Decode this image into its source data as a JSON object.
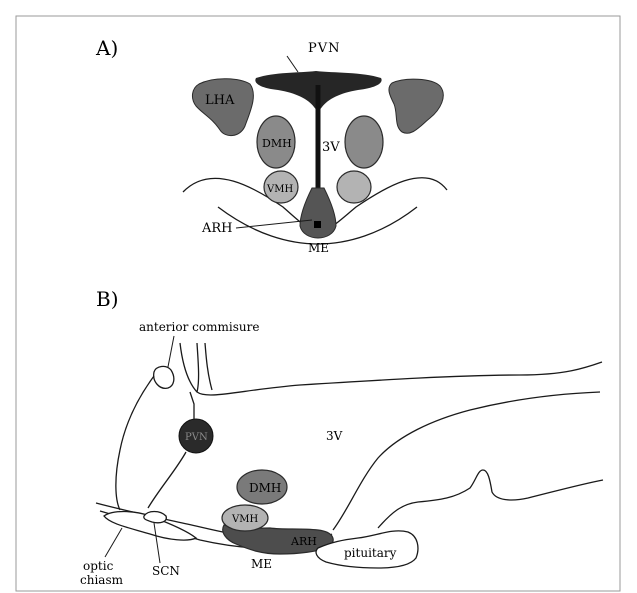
{
  "panel_a": {
    "label": "A)",
    "regions": {
      "pvn": "PVN",
      "lha": "LHA",
      "dmh": "DMH",
      "vmh": "VMH",
      "third_ventricle": "3V",
      "arh": "ARH",
      "me": "ME"
    }
  },
  "panel_b": {
    "label": "B)",
    "labels": {
      "anterior_commisure": "anterior commisure",
      "pvn": "PVN",
      "third_ventricle": "3V",
      "dmh": "DMH",
      "vmh": "VMH",
      "arh": "ARH",
      "me": "ME",
      "pituitary": "pituitary",
      "optic_chiasm_line1": "optic",
      "optic_chiasm_line2": "chiasm",
      "scn": "SCN"
    }
  },
  "colors": {
    "dark": "#262626",
    "darker_gray": "#4d4d4d",
    "mid_gray": "#6b6b6b",
    "light_gray": "#a8a8a8",
    "frame": "#9a9a9a"
  }
}
